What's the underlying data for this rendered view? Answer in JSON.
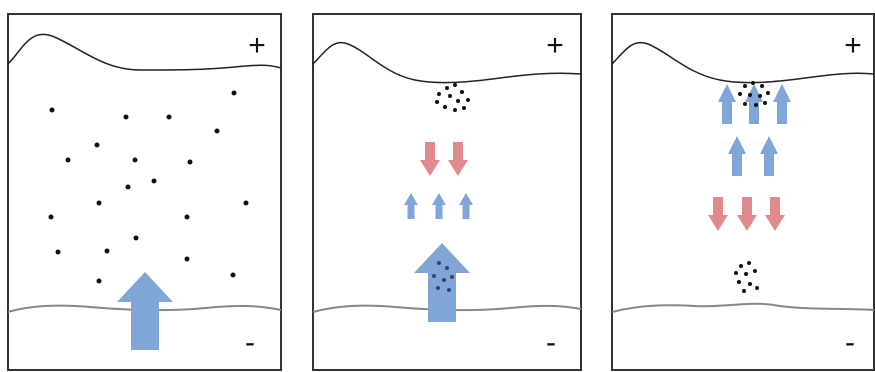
{
  "panels": [
    {
      "id": "panel-1",
      "plus_label": "+",
      "minus_label": "-"
    },
    {
      "id": "panel-2",
      "plus_label": "+",
      "minus_label": "-"
    },
    {
      "id": "panel-3",
      "plus_label": "+",
      "minus_label": "-"
    }
  ],
  "colors": {
    "border": "#333333",
    "upper_line": "#222222",
    "lower_line": "#888888",
    "blue_arrow": "#7fa6d6",
    "red_arrow": "#e08a8e",
    "dot": "#111111",
    "background": "#ffffff"
  }
}
